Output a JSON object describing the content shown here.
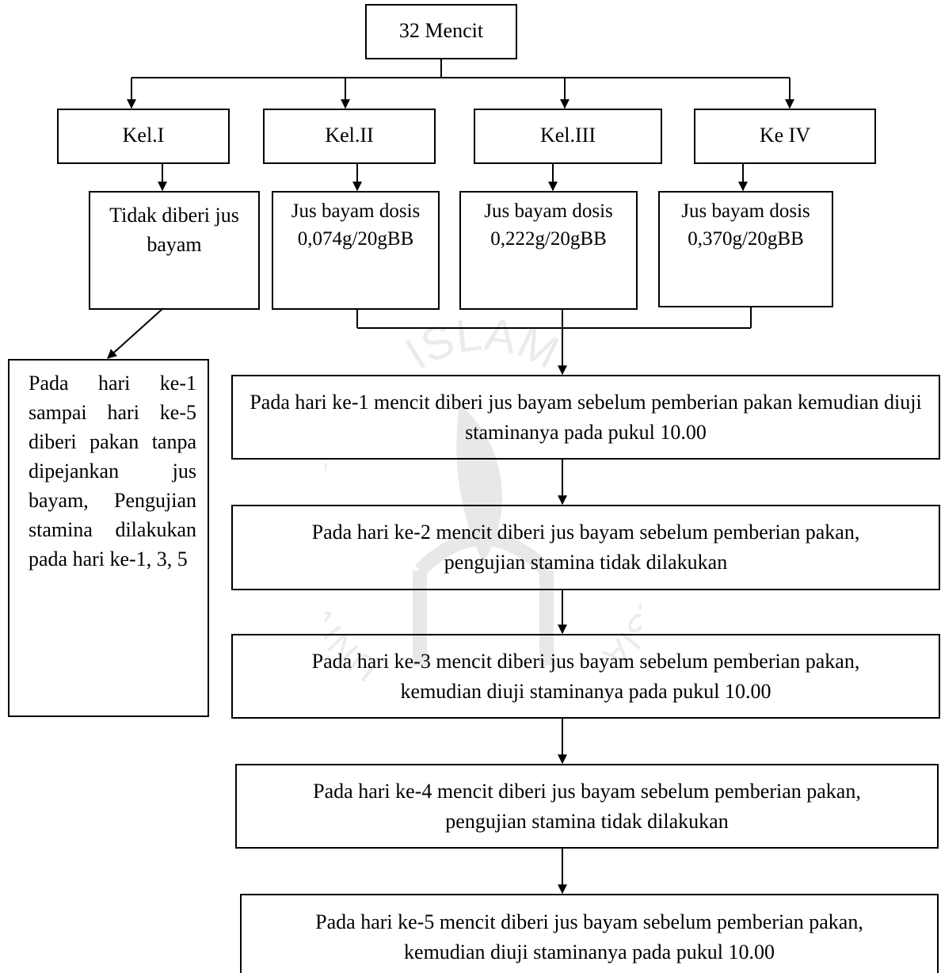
{
  "root": {
    "label": "32 Mencit"
  },
  "groups": [
    {
      "label": "Kel.I",
      "treatment": "Tidak diberi jus bayam"
    },
    {
      "label": "Kel.II",
      "treatment": "Jus bayam dosis 0,074g/20gBB"
    },
    {
      "label": "Kel.III",
      "treatment": "Jus bayam dosis 0,222g/20gBB"
    },
    {
      "label": "Ke IV",
      "treatment": "Jus bayam dosis 0,370g/20gBB"
    }
  ],
  "control_procedure": "Pada hari ke-1 sampai hari ke-5 diberi pakan tanpa dipejankan jus bayam, Pengujian stamina dilakukan pada hari ke-1, 3, 5",
  "steps": [
    "Pada hari ke-1 mencit diberi jus bayam sebelum pemberian pakan kemudian diuji staminanya pada pukul 10.00",
    "Pada hari ke-2 mencit diberi jus bayam sebelum pemberian pakan, pengujian stamina tidak dilakukan",
    "Pada hari ke-3 mencit diberi jus bayam sebelum pemberian pakan, kemudian diuji staminanya pada pukul 10.00",
    "Pada hari ke-4 mencit diberi jus bayam sebelum pemberian pakan, pengujian stamina tidak dilakukan",
    "Pada hari ke-5 mencit diberi jus bayam sebelum pemberian pakan, kemudian diuji staminanya pada pukul 10.00"
  ],
  "watermark": {
    "top_text": "ISLAM",
    "left_text": "UNIVERSITAS",
    "right_text": "INDONESIA"
  }
}
